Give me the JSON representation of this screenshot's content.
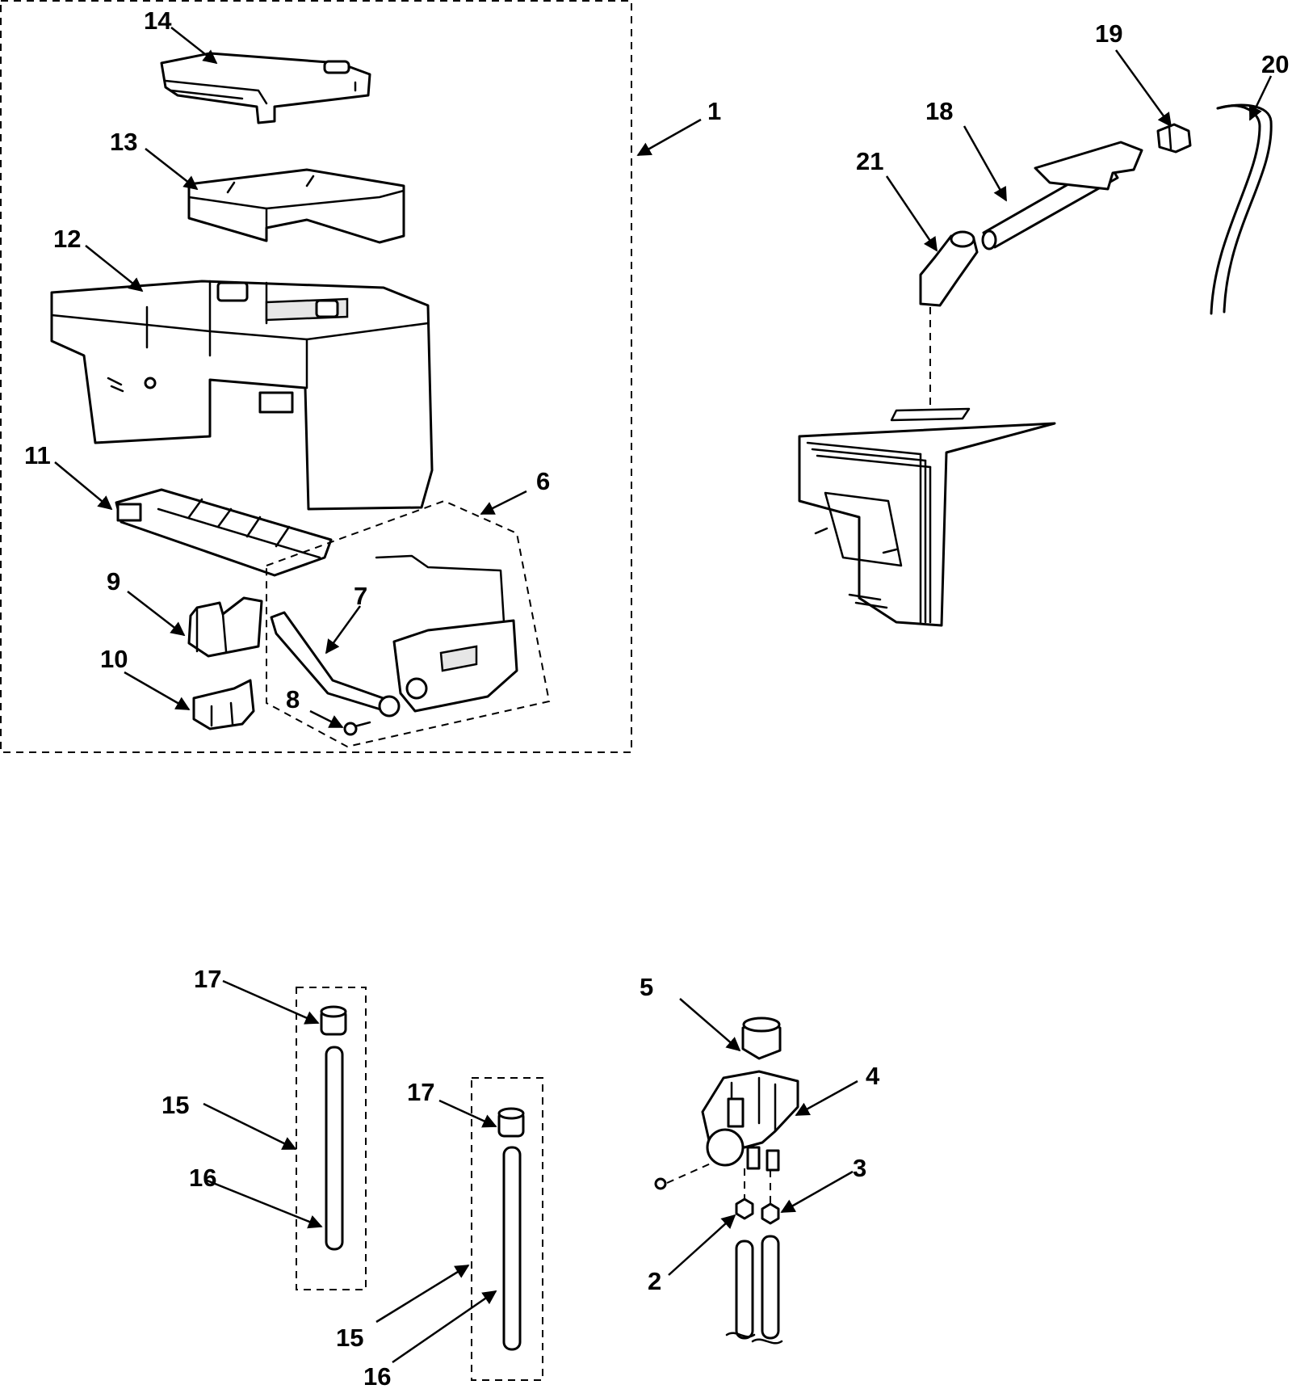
{
  "callouts": {
    "c1": "1",
    "c2": "2",
    "c3": "3",
    "c4": "4",
    "c5": "5",
    "c6": "6",
    "c7": "7",
    "c8": "8",
    "c9": "9",
    "c10": "10",
    "c11": "11",
    "c12": "12",
    "c13": "13",
    "c14": "14",
    "c15a": "15",
    "c15b": "15",
    "c16a": "16",
    "c16b": "16",
    "c17a": "17",
    "c17b": "17",
    "c18": "18",
    "c19": "19",
    "c20": "20",
    "c21": "21"
  }
}
